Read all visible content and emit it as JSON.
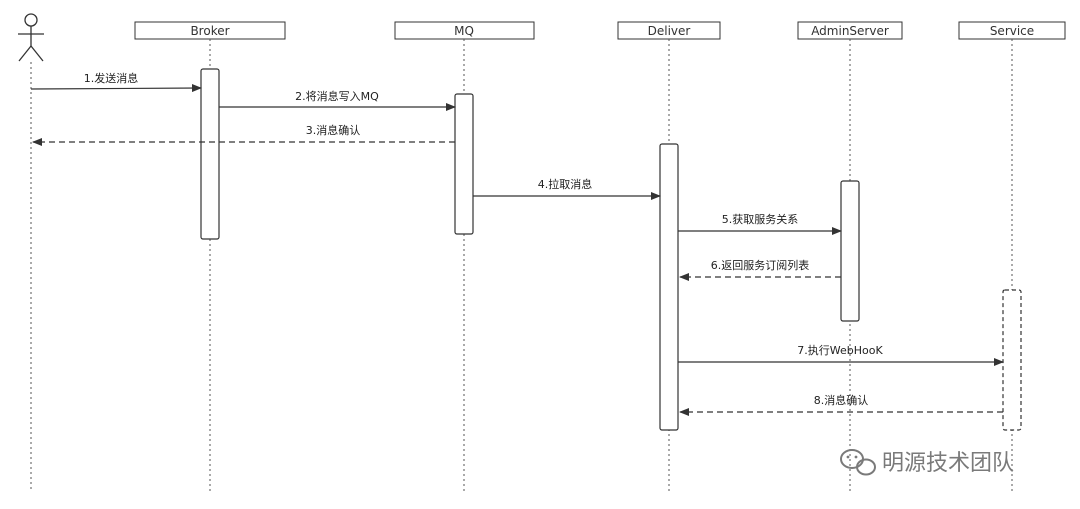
{
  "participants": [
    "Broker",
    "MQ",
    "Deliver",
    "AdminServer",
    "Service"
  ],
  "messages": [
    {
      "label": "1.发送消息",
      "type": "sync"
    },
    {
      "label": "2.将消息写入MQ",
      "type": "sync"
    },
    {
      "label": "3.消息确认",
      "type": "return"
    },
    {
      "label": "4.拉取消息",
      "type": "sync"
    },
    {
      "label": "5.获取服务关系",
      "type": "sync"
    },
    {
      "label": "6.返回服务订阅列表",
      "type": "return"
    },
    {
      "label": "7.执行WebHooK",
      "type": "sync"
    },
    {
      "label": "8.消息确认",
      "type": "return"
    }
  ],
  "watermark": {
    "text": "明源技术团队",
    "icon": "wechat-icon"
  }
}
